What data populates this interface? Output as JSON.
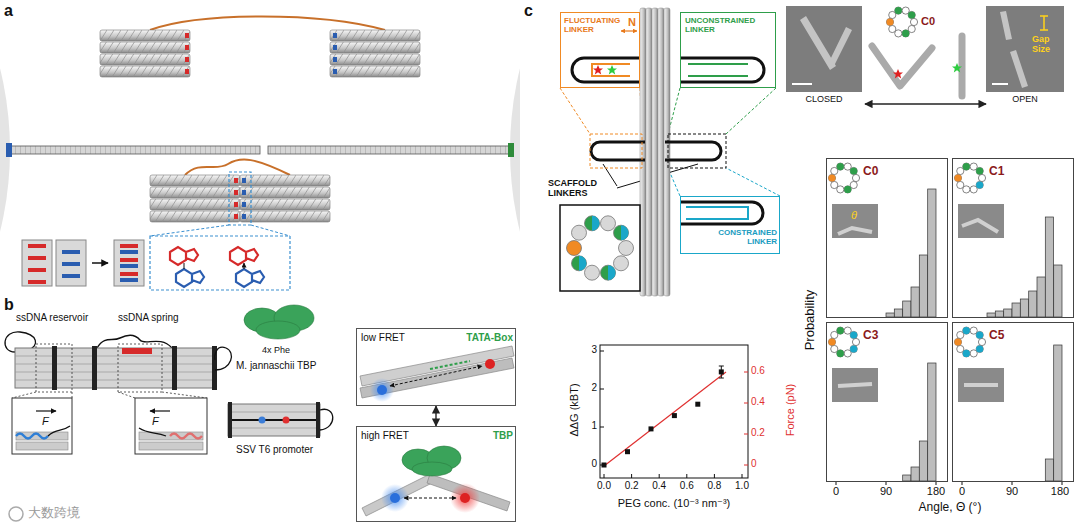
{
  "diagram": {
    "nodes": [
      {
        "text": [
          "low FRET",
          "TATA-Box"
        ]
      },
      {
        "text": [
          "high FRET",
          "TBP"
        ]
      },
      {
        "text": [
          "FLUCTUATING LINKER",
          "N"
        ]
      },
      {
        "text": [
          "UNCONSTRAINED LINKER"
        ]
      },
      {
        "text": [
          "CONSTRAINED LINKER"
        ]
      },
      {
        "text": [
          "CLOSED"
        ]
      },
      {
        "text": [
          "OPEN",
          "Gap Size"
        ]
      },
      {
        "text": [
          "C0",
          "θ"
        ]
      },
      {
        "text": [
          "C1"
        ]
      },
      {
        "text": [
          "C3"
        ]
      },
      {
        "text": [
          "C5"
        ]
      }
    ],
    "edges": [
      {
        "from": 0,
        "to": 1,
        "arrow": "both"
      },
      {
        "from": 5,
        "to": 6,
        "arrow": "both"
      }
    ],
    "labels": [
      "a",
      "b",
      "c",
      "ssDNA reservoir",
      "ssDNA spring",
      "F",
      "F",
      "4x Phe",
      "M. jannaschii TBP",
      "SSV T6 promoter",
      "SCAFFOLD LINKERS",
      "C0",
      "Probability",
      "0",
      "90",
      "180",
      "0",
      "90",
      "180",
      "Angle, Θ (°)",
      "ΔΔG (kBT)",
      "Force (pN)",
      "PEG conc. (10⁻³ nm⁻³)",
      "0",
      "1",
      "2",
      "3",
      "0",
      "0.2",
      "0.4",
      "0.6",
      "0.0",
      "0.2",
      "0.4",
      "0.6",
      "0.8",
      "1.0",
      "大数跨境"
    ]
  }
}
